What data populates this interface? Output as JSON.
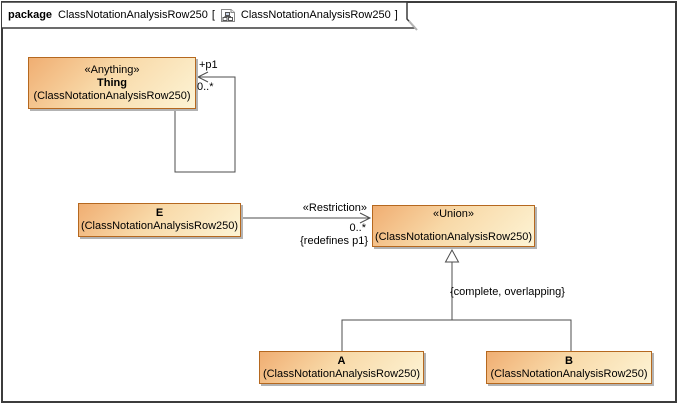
{
  "frame": {
    "keyword": "package",
    "package_name": "ClassNotationAnalysisRow250",
    "bracket_open": "[",
    "diagram_name": "ClassNotationAnalysisRow250",
    "bracket_close": "]"
  },
  "classes": {
    "thing": {
      "stereotype": "«Anything»",
      "name": "Thing",
      "owner": "(ClassNotationAnalysisRow250)"
    },
    "e": {
      "name": "E",
      "owner": "(ClassNotationAnalysisRow250)"
    },
    "union": {
      "stereotype": "«Union»",
      "owner": "(ClassNotationAnalysisRow250)"
    },
    "a": {
      "name": "A",
      "owner": "(ClassNotationAnalysisRow250)"
    },
    "b": {
      "name": "B",
      "owner": "(ClassNotationAnalysisRow250)"
    }
  },
  "connectors": {
    "self_association": {
      "role": "+p1",
      "multiplicity": "0..*"
    },
    "restriction": {
      "stereotype": "«Restriction»",
      "multiplicity": "0..*",
      "constraint": "{redefines p1}"
    },
    "generalization": {
      "constraint": "{complete, overlapping}"
    }
  },
  "colors": {
    "box_border": "#b5681f",
    "box_gradient_start": "#f0ae72",
    "box_gradient_end": "#fdf4d5",
    "frame_border": "#3c3c3c",
    "connector": "#4d4d4d",
    "shadow": "#b3b3b3"
  }
}
